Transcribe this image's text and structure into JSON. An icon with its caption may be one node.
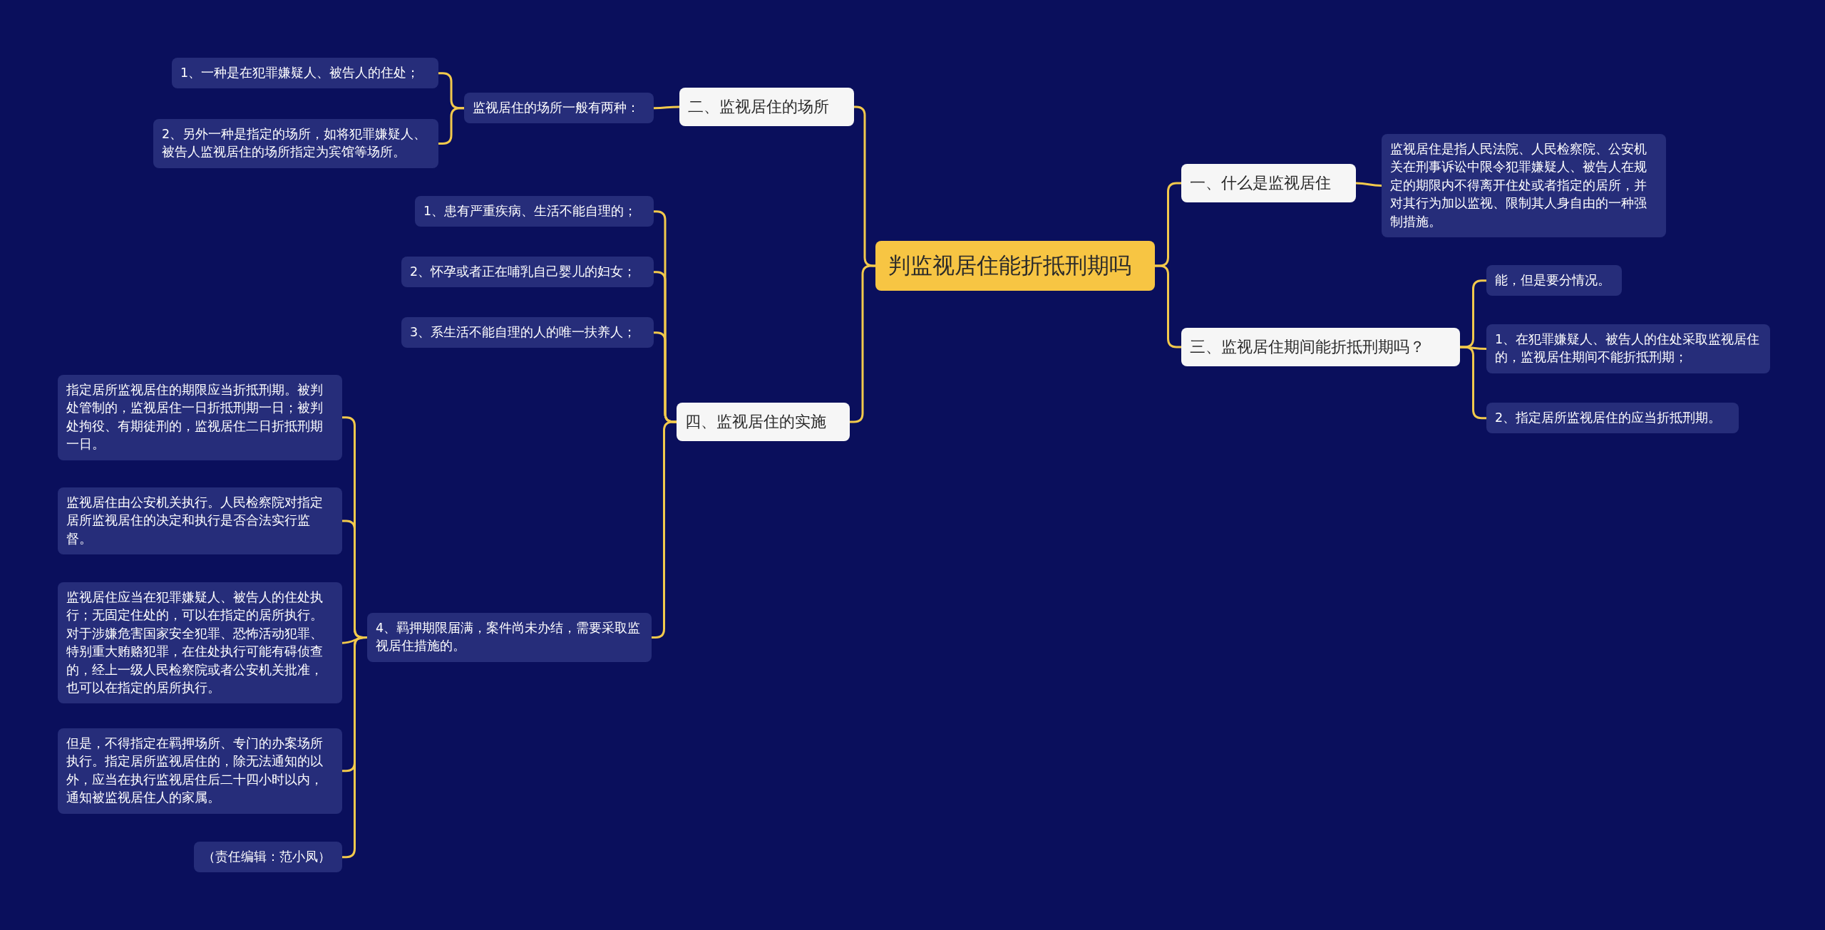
{
  "diagram": {
    "nodes": [
      {
        "text": [
          "判监视居住能折抵刑期吗"
        ]
      },
      {
        "text": [
          "二、监视居住的场所"
        ]
      },
      {
        "text": [
          "监视居住的场所一般有两种："
        ]
      },
      {
        "text": [
          "1、一种是在犯罪嫌疑人、被告人的住处；"
        ]
      },
      {
        "text": [
          "2、另外一种是指定的场所，如将犯罪嫌疑人、被告人监视居住的场所指定为宾馆等场所。"
        ]
      },
      {
        "text": [
          "四、监视居住的实施"
        ]
      },
      {
        "text": [
          "1、患有严重疾病、生活不能自理的；"
        ]
      },
      {
        "text": [
          "2、怀孕或者正在哺乳自己婴儿的妇女；"
        ]
      },
      {
        "text": [
          "3、系生活不能自理的人的唯一扶养人；"
        ]
      },
      {
        "text": [
          "4、羁押期限届满，案件尚未办结，需要采取监视居住措施的。"
        ]
      },
      {
        "text": [
          "指定居所监视居住的期限应当折抵刑期。被判处管制的，监视居住一日折抵刑期一日；被判处拘役、有期徒刑的，监视居住二日折抵刑期一日。"
        ]
      },
      {
        "text": [
          "监视居住由公安机关执行。人民检察院对指定居所监视居住的决定和执行是否合法实行监督。"
        ]
      },
      {
        "text": [
          "监视居住应当在犯罪嫌疑人、被告人的住处执行；无固定住处的，可以在指定的居所执行。对于涉嫌危害国家安全犯罪、恐怖活动犯罪、特别重大贿赂犯罪，在住处执行可能有碍侦查的，经上一级人民检察院或者公安机关批准，也可以在指定的居所执行。"
        ]
      },
      {
        "text": [
          "但是，不得指定在羁押场所、专门的办案场所执行。指定居所监视居住的，除无法通知的以外，应当在执行监视居住后二十四小时以内，通知被监视居住人的家属。"
        ]
      },
      {
        "text": [
          "（责任编辑：范小凤）"
        ]
      },
      {
        "text": [
          "一、什么是监视居住"
        ]
      },
      {
        "text": [
          "监视居住是指人民法院、人民检察院、公安机关在刑事诉讼中限令犯罪嫌疑人、被告人在规定的期限内不得离开住处或者指定的居所，并对其行为加以监视、限制其人身自由的一种强制措施。"
        ]
      },
      {
        "text": [
          "三、监视居住期间能折抵刑期吗？"
        ]
      },
      {
        "text": [
          "能，但是要分情况。"
        ]
      },
      {
        "text": [
          "1、在犯罪嫌疑人、被告人的住处采取监视居住的，监视居住期间不能折抵刑期；"
        ]
      },
      {
        "text": [
          "2、指定居所监视居住的应当折抵刑期。"
        ]
      }
    ],
    "edges": [
      {
        "from": 0,
        "to": 1,
        "arrow": "none"
      },
      {
        "from": 0,
        "to": 5,
        "arrow": "none"
      },
      {
        "from": 0,
        "to": 15,
        "arrow": "none"
      },
      {
        "from": 0,
        "to": 17,
        "arrow": "none"
      },
      {
        "from": 1,
        "to": 2,
        "arrow": "none"
      },
      {
        "from": 2,
        "to": 3,
        "arrow": "none"
      },
      {
        "from": 2,
        "to": 4,
        "arrow": "none"
      },
      {
        "from": 5,
        "to": 6,
        "arrow": "none"
      },
      {
        "from": 5,
        "to": 7,
        "arrow": "none"
      },
      {
        "from": 5,
        "to": 8,
        "arrow": "none"
      },
      {
        "from": 5,
        "to": 9,
        "arrow": "none"
      },
      {
        "from": 9,
        "to": 10,
        "arrow": "none"
      },
      {
        "from": 9,
        "to": 11,
        "arrow": "none"
      },
      {
        "from": 9,
        "to": 12,
        "arrow": "none"
      },
      {
        "from": 9,
        "to": 13,
        "arrow": "none"
      },
      {
        "from": 9,
        "to": 14,
        "arrow": "none"
      },
      {
        "from": 15,
        "to": 16,
        "arrow": "none"
      },
      {
        "from": 17,
        "to": 18,
        "arrow": "none"
      },
      {
        "from": 17,
        "to": 19,
        "arrow": "none"
      },
      {
        "from": 17,
        "to": 20,
        "arrow": "none"
      }
    ]
  }
}
